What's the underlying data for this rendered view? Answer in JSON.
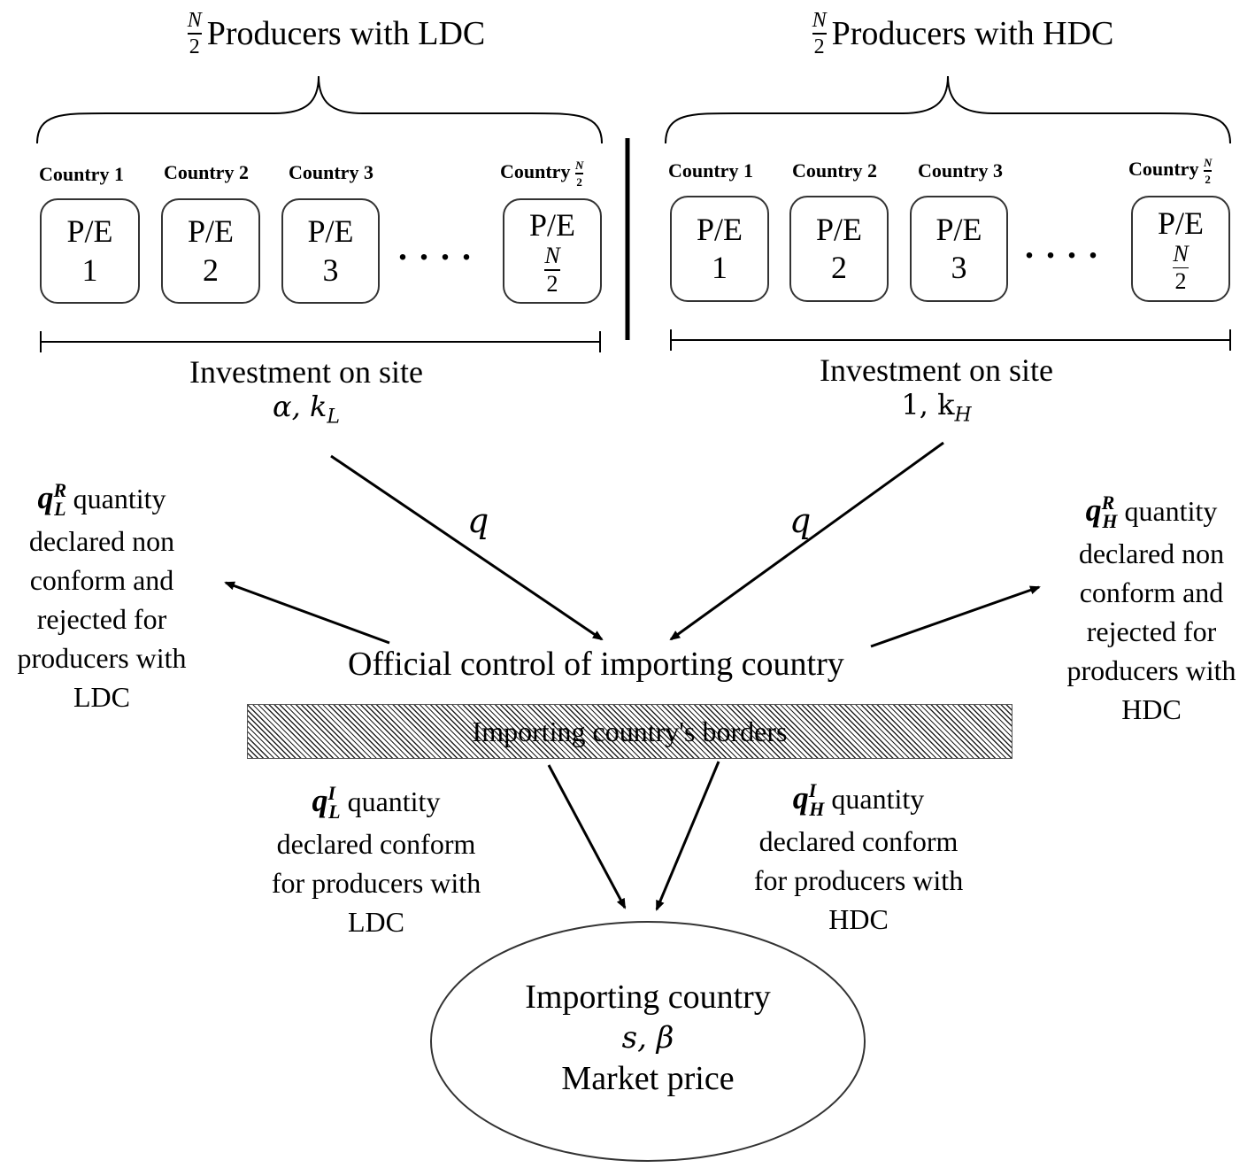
{
  "left_group": {
    "title_num": "N",
    "title_den": "2",
    "title_text": "Producers with LDC",
    "countries": [
      "Country 1",
      "Country 2",
      "Country 3"
    ],
    "last_country_label": "Country",
    "last_country_num": "N",
    "last_country_den": "2",
    "boxes": [
      {
        "top": "P/E",
        "bottom": "1"
      },
      {
        "top": "P/E",
        "bottom": "2"
      },
      {
        "top": "P/E",
        "bottom": "3"
      }
    ],
    "last_box_top": "P/E",
    "last_box_num": "N",
    "last_box_den": "2",
    "dots": "....",
    "investment_label": "Investment on site",
    "params": "α, k",
    "params_sub": "L"
  },
  "right_group": {
    "title_num": "N",
    "title_den": "2",
    "title_text": "Producers with HDC",
    "countries": [
      "Country 1",
      "Country 2",
      "Country 3"
    ],
    "last_country_label": "Country",
    "last_country_num": "N",
    "last_country_den": "2",
    "boxes": [
      {
        "top": "P/E",
        "bottom": "1"
      },
      {
        "top": "P/E",
        "bottom": "2"
      },
      {
        "top": "P/E",
        "bottom": "3"
      }
    ],
    "last_box_top": "P/E",
    "last_box_num": "N",
    "last_box_den": "2",
    "dots": "....",
    "investment_label": "Investment on site",
    "params": "1, k",
    "params_sub": "H"
  },
  "flow": {
    "q_left": "q",
    "q_right": "q",
    "official_control": "Official control of importing country",
    "borders": "Importing country's borders"
  },
  "rejected_left": {
    "symbol": "q",
    "sup": "R",
    "sub": "L",
    "line1": " quantity",
    "line2": "declared non",
    "line3": "conform and",
    "line4": "rejected for",
    "line5": "producers with",
    "line6": "LDC"
  },
  "rejected_right": {
    "symbol": "q",
    "sup": "R",
    "sub": "H",
    "line1": " quantity",
    "line2": "declared non",
    "line3": "conform and",
    "line4": "rejected for",
    "line5": "producers with",
    "line6": "HDC"
  },
  "conform_left": {
    "symbol": "q",
    "sup": "I",
    "sub": "L",
    "line1": " quantity",
    "line2": "declared conform",
    "line3": "for producers with",
    "line4": "LDC"
  },
  "conform_right": {
    "symbol": "q",
    "sup": "I",
    "sub": "H",
    "line1": " quantity",
    "line2": "declared conform",
    "line3": "for producers with",
    "line4": "HDC"
  },
  "importing": {
    "title": "Importing country",
    "params": "s, β",
    "price": "Market price"
  }
}
